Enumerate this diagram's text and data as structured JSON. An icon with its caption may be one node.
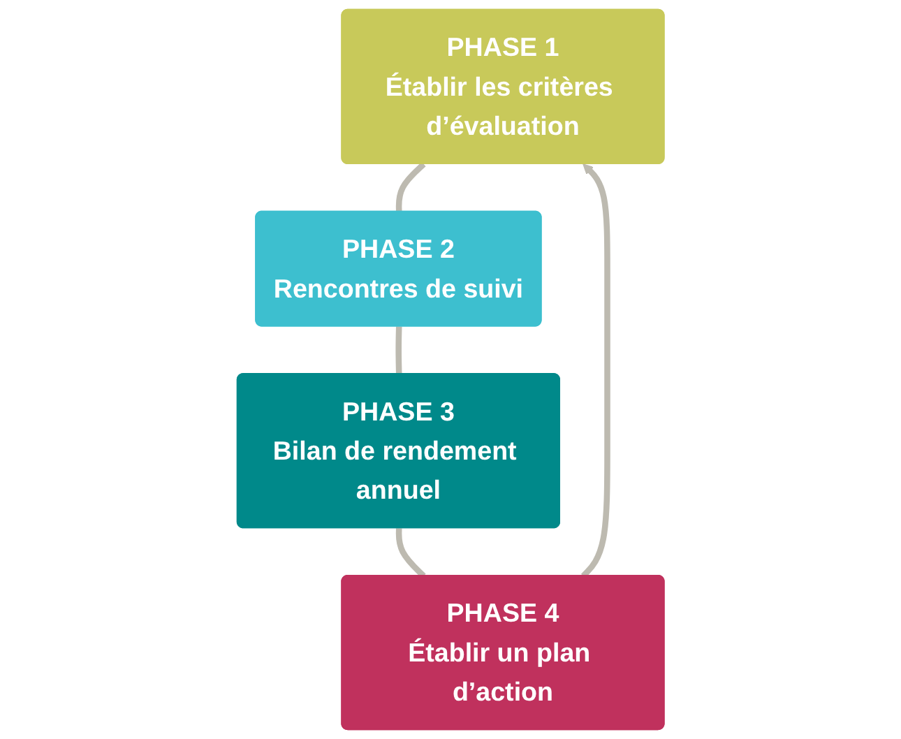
{
  "diagram": {
    "nodes": [
      {
        "text": [
          "PHASE 1",
          "Établir les critères d’évaluation"
        ]
      },
      {
        "text": [
          "PHASE 2",
          "Rencontres de suivi"
        ]
      },
      {
        "text": [
          "PHASE 3",
          "Bilan de rendement annuel"
        ]
      },
      {
        "text": [
          "PHASE 4",
          "Établir un plan d’action"
        ]
      }
    ],
    "edges": [
      {
        "from": 0,
        "to": 1,
        "arrow": "none"
      },
      {
        "from": 1,
        "to": 2,
        "arrow": "none"
      },
      {
        "from": 2,
        "to": 3,
        "arrow": "none"
      },
      {
        "from": 3,
        "to": 0,
        "arrow": "to"
      }
    ]
  }
}
